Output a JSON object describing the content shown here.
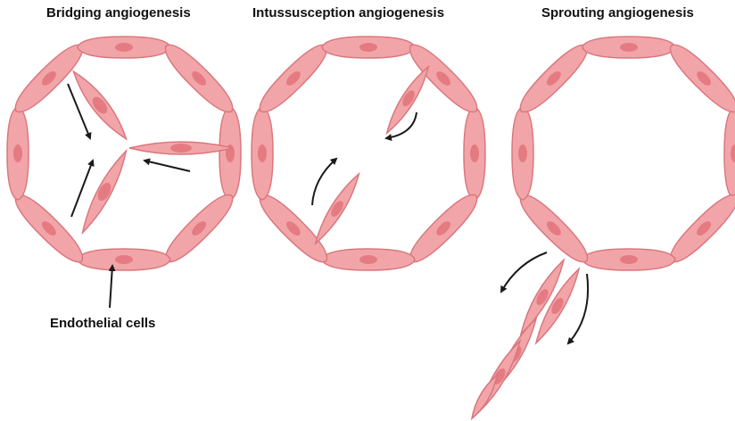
{
  "panels": [
    {
      "title": "Bridging angiogenesis"
    },
    {
      "title": "Intussusception angiogenesis"
    },
    {
      "title": "Sprouting angiogenesis"
    }
  ],
  "labels": {
    "endothelial_cells": "Endothelial cells"
  },
  "colors": {
    "cell_fill": "#f2a5a8",
    "cell_stroke": "#d9777d",
    "nucleus": "#e57b82",
    "arrow": "#1a1a1a"
  }
}
